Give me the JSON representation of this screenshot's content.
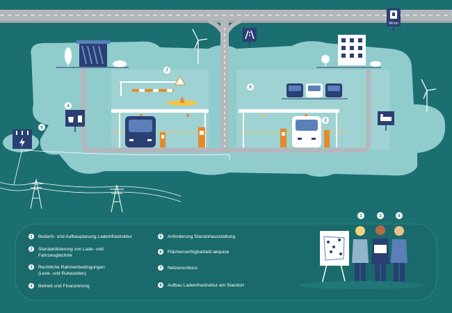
{
  "colors": {
    "sea": "#1b6f70",
    "land": "#91cccd",
    "land_light": "#b6dfe0",
    "road": "#b3b7bc",
    "road_line": "#ffffff",
    "navy": "#2a3f73",
    "accent_orange": "#e48a2c",
    "accent_yellow": "#f1c54a",
    "panel": "#1a6a6b",
    "white": "#ffffff"
  },
  "highway_sign": {
    "label": "84 km",
    "icon": "ev-charging-icon"
  },
  "marker_numbers": [
    "1",
    "2",
    "3",
    "4",
    "5",
    "6",
    "7",
    "8"
  ],
  "legend": {
    "left": [
      {
        "num": "1",
        "lines": [
          "Bedarfs- und Aufbauplanung Ladeinfrastruktur"
        ]
      },
      {
        "num": "2",
        "lines": [
          "Standardisierung von Lade- und",
          "Fahrzeugtechnik"
        ]
      },
      {
        "num": "3",
        "lines": [
          "Rechtliche Rahmenbedingungen",
          "(Lenk- und Ruhezeiten)"
        ]
      },
      {
        "num": "4",
        "lines": [
          "Betrieb und Finanzierung"
        ]
      }
    ],
    "right": [
      {
        "num": "5",
        "lines": [
          "Anforderung Standortausstattung"
        ]
      },
      {
        "num": "6",
        "lines": [
          "Flächenverfügbarkeit/-akquise"
        ]
      },
      {
        "num": "7",
        "lines": [
          "Netzanschluss"
        ]
      },
      {
        "num": "8",
        "lines": [
          "Aufbau Ladeinfrastruktur am Standort"
        ]
      }
    ]
  },
  "people_numbers": [
    "1",
    "3",
    "8"
  ],
  "icons": [
    "ev-charging-icon",
    "highway-icon",
    "coffee-icon",
    "restroom-icon",
    "hotel-icon",
    "construction-icon",
    "power-icon",
    "wind-turbine-icon",
    "power-pylon-icon"
  ]
}
